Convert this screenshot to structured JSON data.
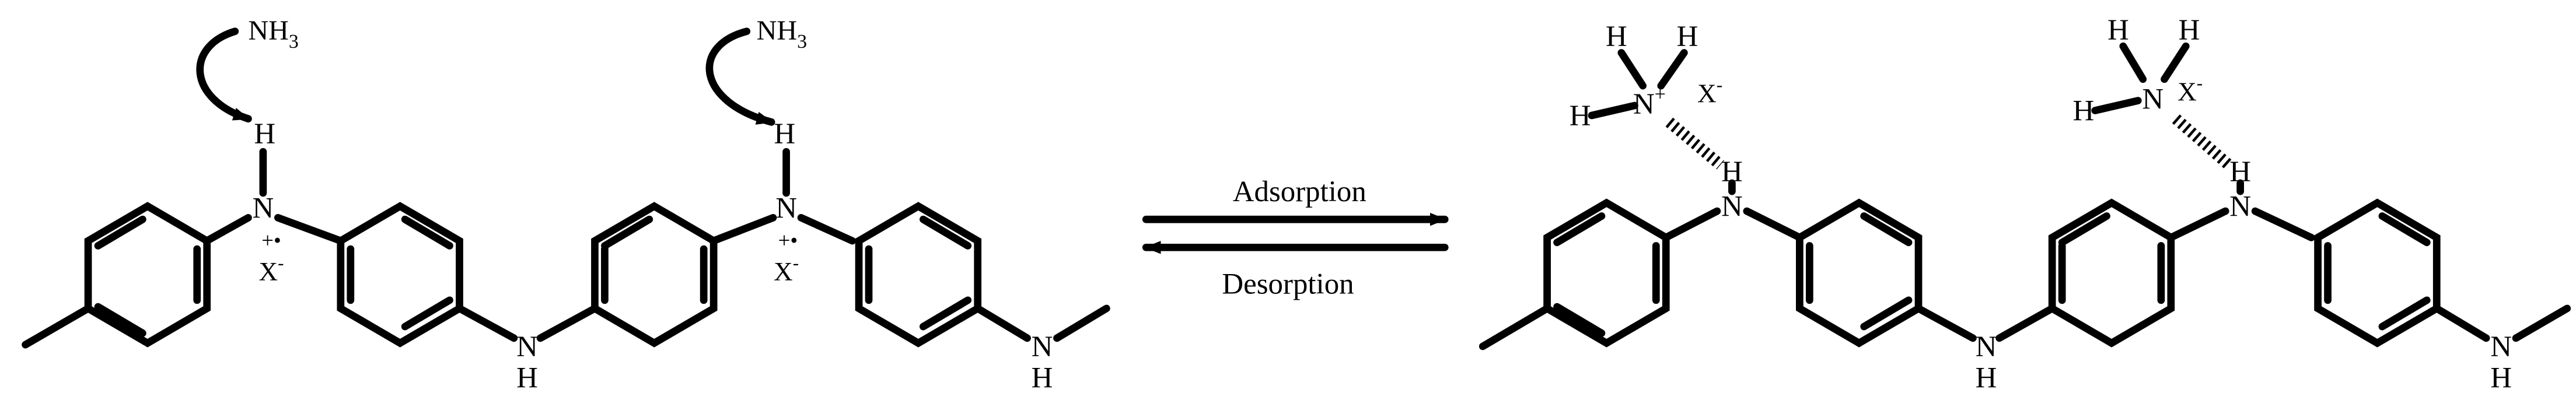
{
  "reaction": {
    "forward_label": "Adsorption",
    "reverse_label": "Desorption"
  },
  "reactant": {
    "ammonia_formula": "NH",
    "ammonia_subscript": "3",
    "proton": "H",
    "nitrogen": "N",
    "charge_marks": "+•",
    "counter_ion": "X",
    "counter_ion_charge": "-",
    "amine_nitrogen": "N",
    "amine_hydrogen": "H"
  },
  "product": {
    "hydrogen": "H",
    "ammonium_nitrogen": "N",
    "ammonium_charge": "+",
    "counter_ion": "X",
    "counter_ion_charge": "-",
    "amine_nitrogen": "N",
    "amine_hydrogen": "H"
  }
}
